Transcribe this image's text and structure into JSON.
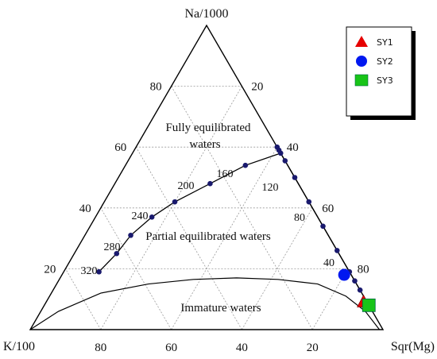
{
  "chart_data": {
    "type": "scatter",
    "title": "",
    "apex_labels": {
      "top": "Na/1000",
      "left": "K/100",
      "right": "Sqr(Mg)"
    },
    "axis_ticks": {
      "left_edge": [
        "80",
        "60",
        "40",
        "20"
      ],
      "right_edge": [
        "20",
        "40",
        "60",
        "80"
      ],
      "bottom_edge": [
        "80",
        "60",
        "40",
        "20"
      ]
    },
    "regions": {
      "top": [
        "Fully equilibrated",
        "waters"
      ],
      "middle": "Partial equilibrated waters",
      "bottom": "Immature waters"
    },
    "equilibrium_temperatures": [
      "160",
      "120",
      "200",
      "80",
      "240",
      "280",
      "40",
      "320"
    ],
    "series": [
      {
        "name": "SY1",
        "marker": "triangle",
        "color": "#e60000",
        "na": 9,
        "k": 1,
        "mg": 90
      },
      {
        "name": "SY2",
        "marker": "circle",
        "color": "#0018f0",
        "na": 18,
        "k": 2,
        "mg": 80
      },
      {
        "name": "SY3",
        "marker": "square",
        "color": "#18c418",
        "na": 8,
        "k": 0,
        "mg": 92
      }
    ],
    "grid": true,
    "legend": "top-right"
  }
}
